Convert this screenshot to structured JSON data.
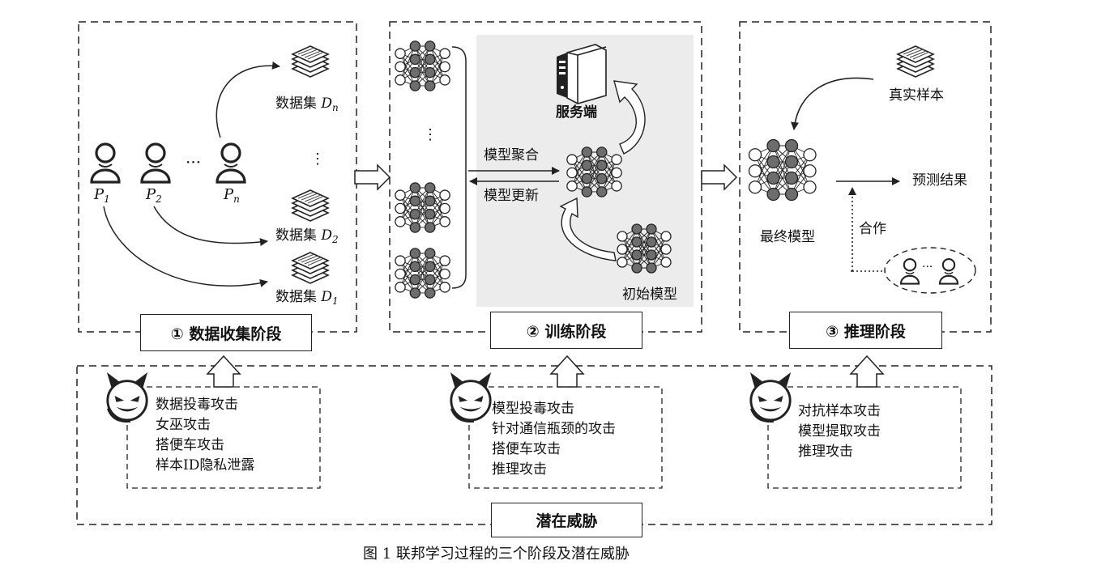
{
  "stage1": {
    "label": "① 数据收集阶段",
    "participants": [
      {
        "name": "P",
        "sub": "1"
      },
      {
        "name": "P",
        "sub": "2"
      },
      {
        "name": "P",
        "sub": "n"
      }
    ],
    "participants_ellipsis": "···",
    "datasets": [
      {
        "label": "数据集",
        "name": "D",
        "sub": "n"
      },
      {
        "label": "数据集",
        "name": "D",
        "sub": "2"
      },
      {
        "label": "数据集",
        "name": "D",
        "sub": "1"
      }
    ],
    "datasets_ellipsis": "⋮"
  },
  "stage2": {
    "label": "② 训练阶段",
    "server_label": "服务端",
    "aggregate_label": "模型聚合",
    "update_label": "模型更新",
    "initial_model_label": "初始模型",
    "clients_ellipsis": "⋮"
  },
  "stage3": {
    "label": "③ 推理阶段",
    "real_samples_label": "真实样本",
    "final_model_label": "最终模型",
    "prediction_label": "预测结果",
    "cooperation_label": "合作",
    "collaborators_ellipsis": "···"
  },
  "threats": {
    "label": "潜在威胁",
    "stage1": [
      "数据投毒攻击",
      "女巫攻击",
      "搭便车攻击",
      "样本ID隐私泄露"
    ],
    "stage2": [
      "模型投毒攻击",
      "针对通信瓶颈的攻击",
      "搭便车攻击",
      "推理攻击"
    ],
    "stage3": [
      "对抗样本攻击",
      "模型提取攻击",
      "推理攻击"
    ]
  },
  "caption": "图 1  联邦学习过程的三个阶段及潜在威胁",
  "colors": {
    "line": "#222222",
    "panel_gray": "#ececec",
    "node_dark": "#6d6d6d",
    "node_light": "#ffffff"
  }
}
